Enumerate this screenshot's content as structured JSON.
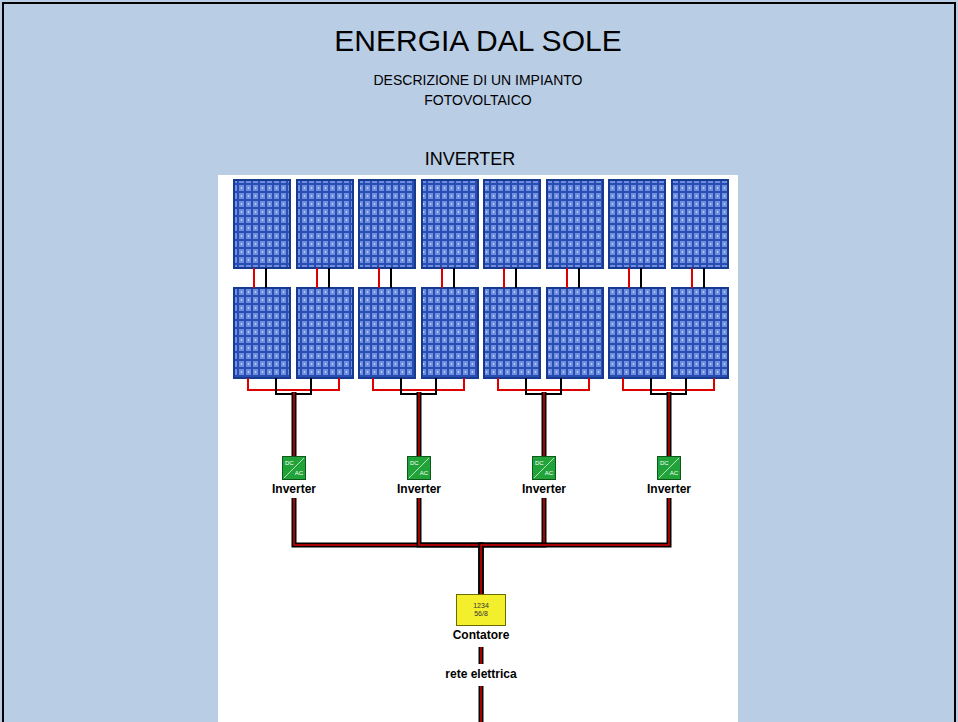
{
  "diagram": {
    "title": "ENERGIA DAL SOLE",
    "nodes": [
      {
        "text": [
          "DC",
          "AC",
          "Inverter"
        ]
      },
      {
        "text": [
          "DC",
          "AC",
          "Inverter"
        ]
      },
      {
        "text": [
          "DC",
          "AC",
          "Inverter"
        ]
      },
      {
        "text": [
          "DC",
          "AC",
          "Inverter"
        ]
      },
      {
        "text": [
          "1234 56/8",
          "Contatore"
        ]
      }
    ],
    "edges": [
      {
        "from": 0,
        "to": 4,
        "arrow": "none"
      },
      {
        "from": 1,
        "to": 4,
        "arrow": "none"
      },
      {
        "from": 2,
        "to": 4,
        "arrow": "none"
      },
      {
        "from": 3,
        "to": 4,
        "arrow": "none"
      }
    ],
    "labels": [
      "DESCRIZIONE DI UN IMPIANTO FOTOVOLTAICO",
      "INVERTER",
      "rete elettrica"
    ]
  }
}
